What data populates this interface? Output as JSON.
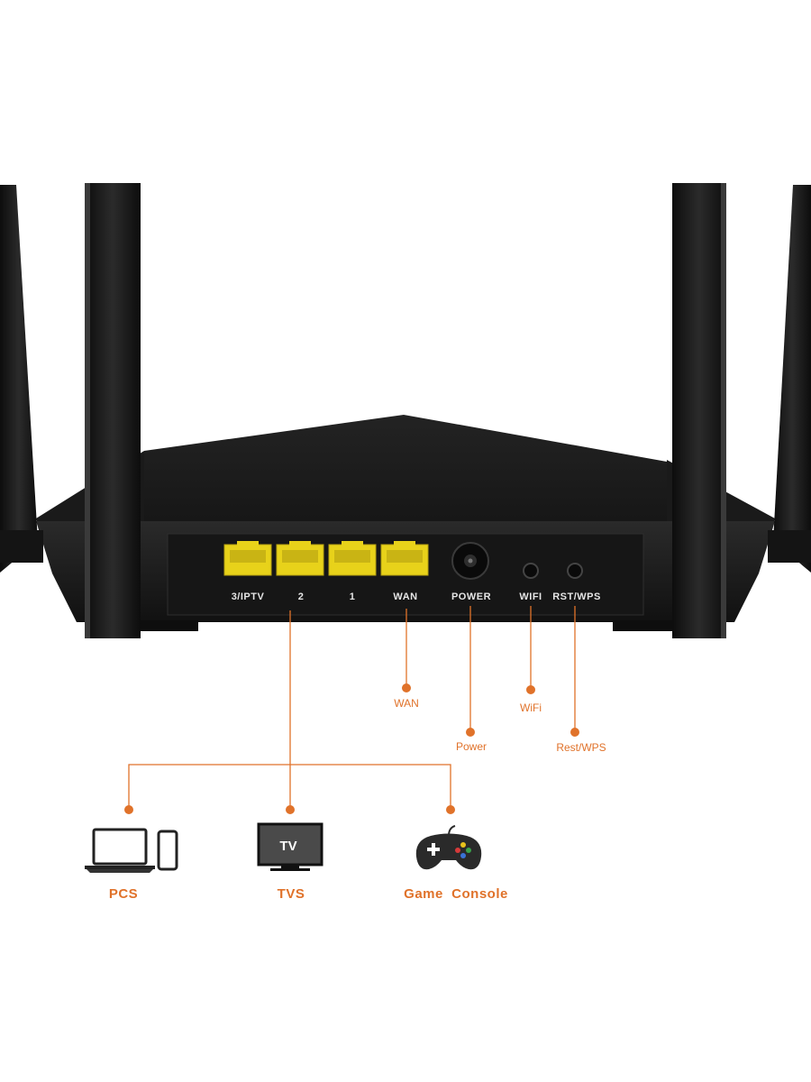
{
  "ports": {
    "lan3_label": "3/IPTV",
    "lan2_label": "2",
    "lan1_label": "1",
    "wan_label": "WAN",
    "power_label": "POWER",
    "wifi_label": "WIFI",
    "rst_label": "RST/WPS"
  },
  "callouts": {
    "wan": "WAN",
    "power": "Power",
    "wifi": "WiFi",
    "rst_wps": "Rest/WPS"
  },
  "devices": {
    "pcs": "PCS",
    "tvs": "TVS",
    "tv_screen_text": "TV",
    "game_console": "Game  Console"
  },
  "colors": {
    "accent": "#e0722a",
    "router_body": "#1c1c1c",
    "port_yellow": "#e8d21a"
  },
  "icons": [
    "laptop-icon",
    "phone-icon",
    "tv-icon",
    "gamepad-icon"
  ]
}
